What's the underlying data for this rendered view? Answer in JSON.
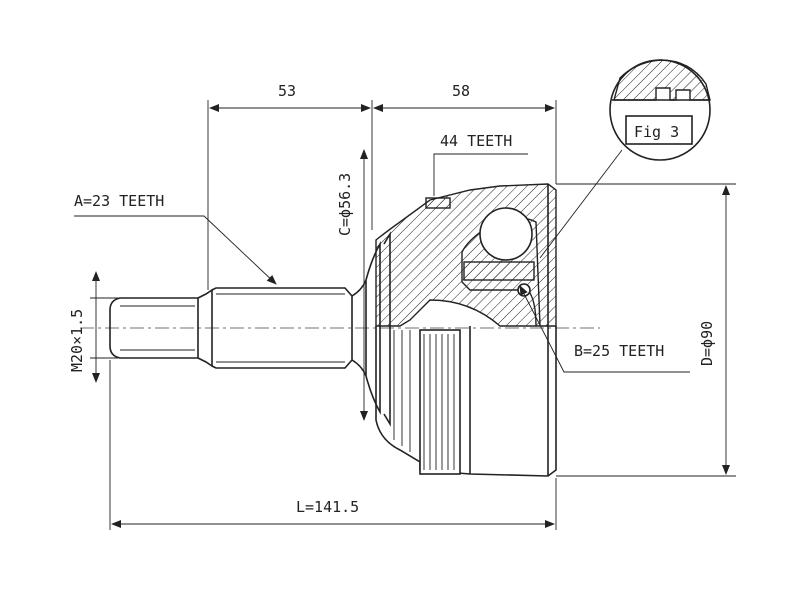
{
  "labels": {
    "dim_spline_length": "53",
    "dim_housing_length": "58",
    "abs_teeth": "44 TEETH",
    "inner_teeth": "A=23 TEETH",
    "seal_diameter": "C=ϕ56.3",
    "thread": "M20×1.5",
    "outer_teeth": "B=25 TEETH",
    "outer_diameter": "D=ϕ90",
    "total_length": "L=141.5",
    "figure": "Fig 3"
  }
}
